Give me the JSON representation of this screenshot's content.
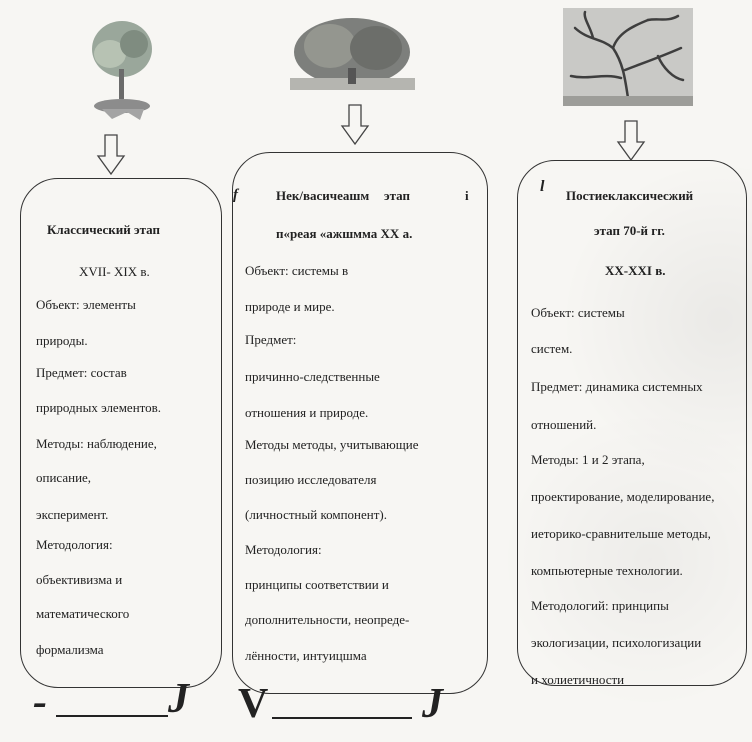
{
  "columns": [
    {
      "tree": "leafy-tree-image",
      "lines": [
        "Классический этап",
        "XVII- XIX в.",
        "Объект: элементы",
        "природы.",
        "Предмет: состав",
        "природных элементов.",
        "Методы: наблюдение,",
        "описание,",
        "эксперимент.",
        "Методология:",
        "объективизма и",
        "математического",
        "формализма"
      ],
      "bottom_mark_left": "-",
      "bottom_mark_right": "J"
    },
    {
      "tree": "dense-crown-image",
      "pre_mark": "f",
      "title_line_1": "Нек/васичеашм",
      "title_line_1_b": "этап",
      "title_line_1_c": "i",
      "lines": [
        "п«реая «ажшмма XX а.",
        "Объект: системы в",
        "природе и мире.",
        "Предмет:",
        "причинно-следственные",
        "отношения и природе.",
        "Методы методы, учитывающие",
        "позицию исследователя",
        "(личностный компонент).",
        "Методология:",
        "принципы соответствии и",
        "дополнительности, неопреде-",
        "лённости, интуицшма"
      ],
      "bottom_mark_left": "V",
      "bottom_mark_right": "J"
    },
    {
      "tree": "bare-branches-image",
      "pre_mark": "l",
      "lines": [
        "Постиеклаксичесжий",
        "этап 70-й гг.",
        "XX-XXI в.",
        "Объект: системы",
        "систем.",
        "Предмет: динамика системных",
        "отношений.",
        "Методы: 1 и 2 этапа,",
        "проектирование, моделирование,",
        "иеторико-сравнительше методы,",
        "компьютерные технологии.",
        "Методологий: принципы",
        "экологизации, психологизации",
        "и холиетичности"
      ]
    }
  ]
}
